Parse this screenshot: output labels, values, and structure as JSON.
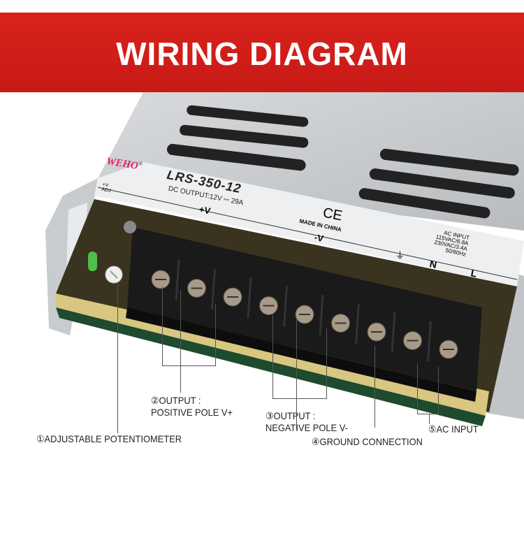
{
  "banner": {
    "title": "WIRING DIAGRAM",
    "color": "#d01e18"
  },
  "device": {
    "brand": "WEHO",
    "brand_mark": "®",
    "model": "LRS-350-12",
    "dc_output": "DC OUTPUT:12V",
    "dc_symbol": "⎓",
    "current": "29A",
    "adj_label": "+V ADJ",
    "plus_v": "+V",
    "minus_v": "-V",
    "ce": "CE",
    "made_in": "MADE IN CHINA",
    "ground_symbol": "⏚",
    "n": "N",
    "l": "L",
    "ac_input": [
      "AC INPUT",
      "115VAC/6.8A",
      "230VAC/3.4A",
      "50/60Hz"
    ],
    "brand_color": "#e0206a"
  },
  "callouts": [
    {
      "lines": [
        "①ADJUSTABLE POTENTIOMETER"
      ]
    },
    {
      "lines": [
        "②OUTPUT :",
        "POSITIVE POLE V+"
      ]
    },
    {
      "lines": [
        "③OUTPUT :",
        "NEGATIVE POLE V-"
      ]
    },
    {
      "lines": [
        "④GROUND CONNECTION"
      ]
    },
    {
      "lines": [
        "⑤AC INPUT"
      ]
    }
  ]
}
